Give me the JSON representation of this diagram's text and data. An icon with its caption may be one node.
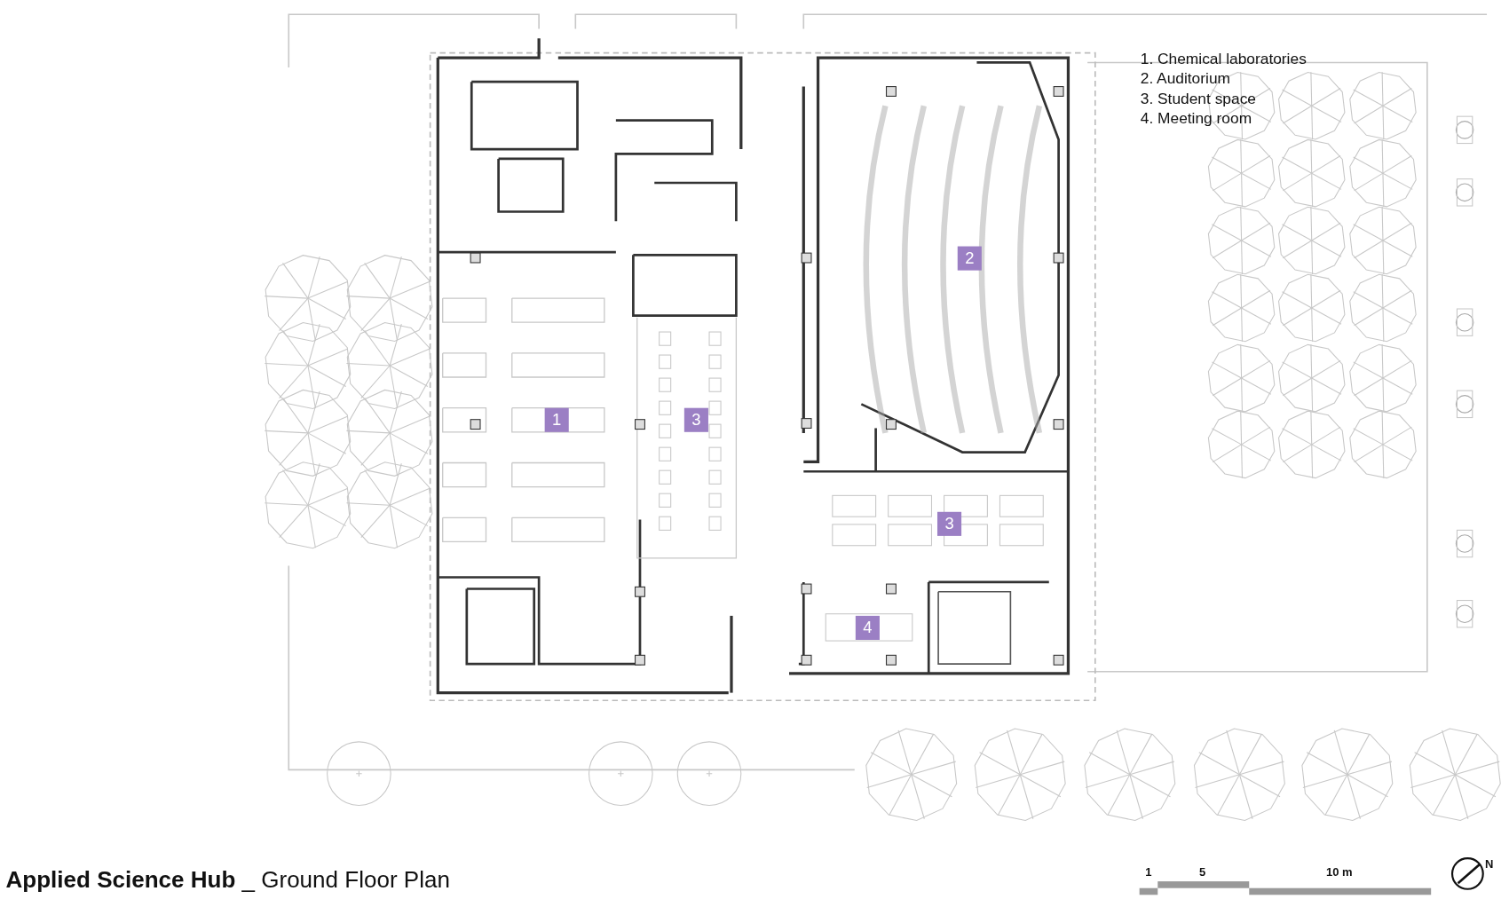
{
  "diagram": {
    "title": "**Applied Science Hub** _ Ground Floor Plan",
    "labels": [
      "1. Chemical laboratories",
      "2. Auditorium",
      "3. Student space",
      "4. Meeting room",
      "2",
      "1",
      "3",
      "3",
      "4",
      "1",
      "5",
      "10 m",
      "N"
    ]
  }
}
